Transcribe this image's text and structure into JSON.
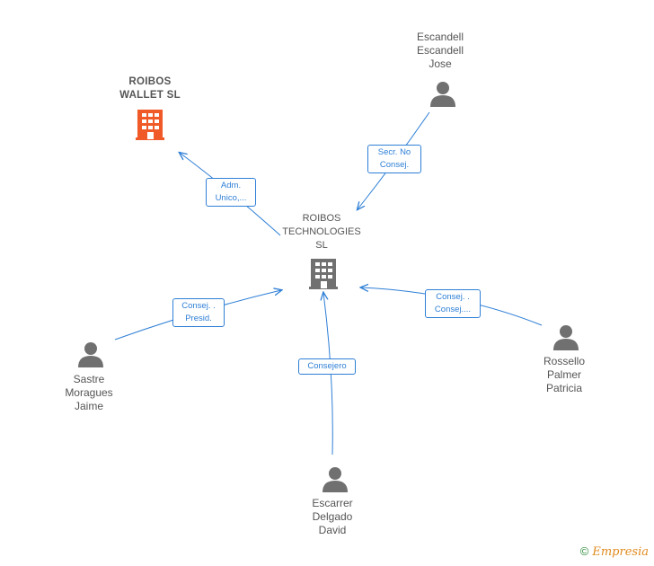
{
  "nodes": {
    "roibos_wallet": {
      "label_lines": [
        "ROIBOS",
        "WALLET  SL"
      ]
    },
    "roibos_tech": {
      "label_lines": [
        "ROIBOS",
        "TECHNOLOGIES",
        "SL"
      ]
    },
    "escandell": {
      "label_lines": [
        "Escandell",
        "Escandell",
        "Jose"
      ]
    },
    "sastre": {
      "label_lines": [
        "Sastre",
        "Moragues",
        "Jaime"
      ]
    },
    "rossello": {
      "label_lines": [
        "Rossello",
        "Palmer",
        "Patricia"
      ]
    },
    "escarrer": {
      "label_lines": [
        "Escarrer",
        "Delgado",
        "David"
      ]
    }
  },
  "edges": {
    "adm_unico": {
      "lines": [
        "Adm.",
        "Unico,..."
      ]
    },
    "secr_no_consej": {
      "lines": [
        "Secr.  No",
        "Consej."
      ]
    },
    "consej_presid": {
      "lines": [
        "Consej. .",
        "Presid."
      ]
    },
    "consej_consej": {
      "lines": [
        "Consej. .",
        "Consej...."
      ]
    },
    "consejero": {
      "lines": [
        "Consejero"
      ]
    }
  },
  "colors": {
    "edge": "#2e7fd6",
    "company_primary": "#f05a28",
    "company_default": "#707070",
    "person": "#707070"
  },
  "footer": {
    "copyright": "©",
    "brand": "Empresia"
  }
}
